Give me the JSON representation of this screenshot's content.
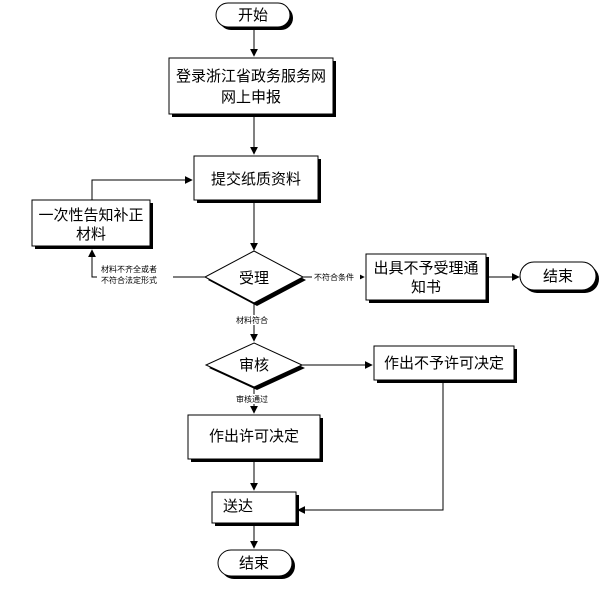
{
  "nodes": {
    "start": "开始",
    "login_line1": "登录浙江省政务服务网",
    "login_line2": "网上申报",
    "submit": "提交纸质资料",
    "supplement_line1": "一次性告知补正",
    "supplement_line2": "材料",
    "accept": "受理",
    "reject_notice_line1": "出具不予受理通",
    "reject_notice_line2": "知书",
    "end_right": "结束",
    "review": "审核",
    "deny": "作出不予许可决定",
    "grant": "作出许可决定",
    "deliver": "送达",
    "end": "结束"
  },
  "edges": {
    "incomplete_line1": "材料不齐全或者",
    "incomplete_line2": "不符合法定形式",
    "not_qualified": "不符合条件",
    "materials_ok": "材料符合",
    "review_passed": "审核通过"
  },
  "colors": {
    "stroke": "#000000",
    "fill": "#ffffff",
    "shadow": "#000000"
  }
}
